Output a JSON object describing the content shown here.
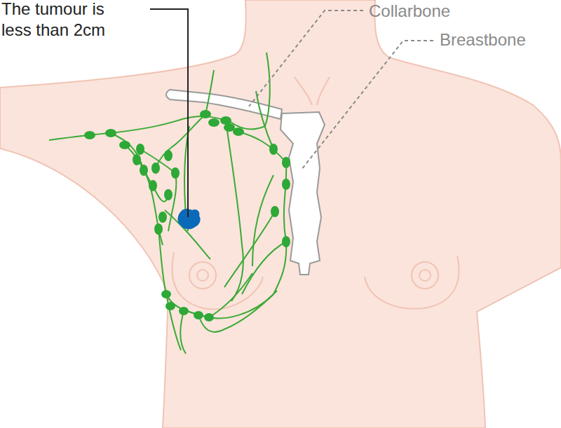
{
  "diagram": {
    "labels": [
      "The tumour is less than 2cm",
      "Collarbone",
      "Breastbone"
    ]
  }
}
